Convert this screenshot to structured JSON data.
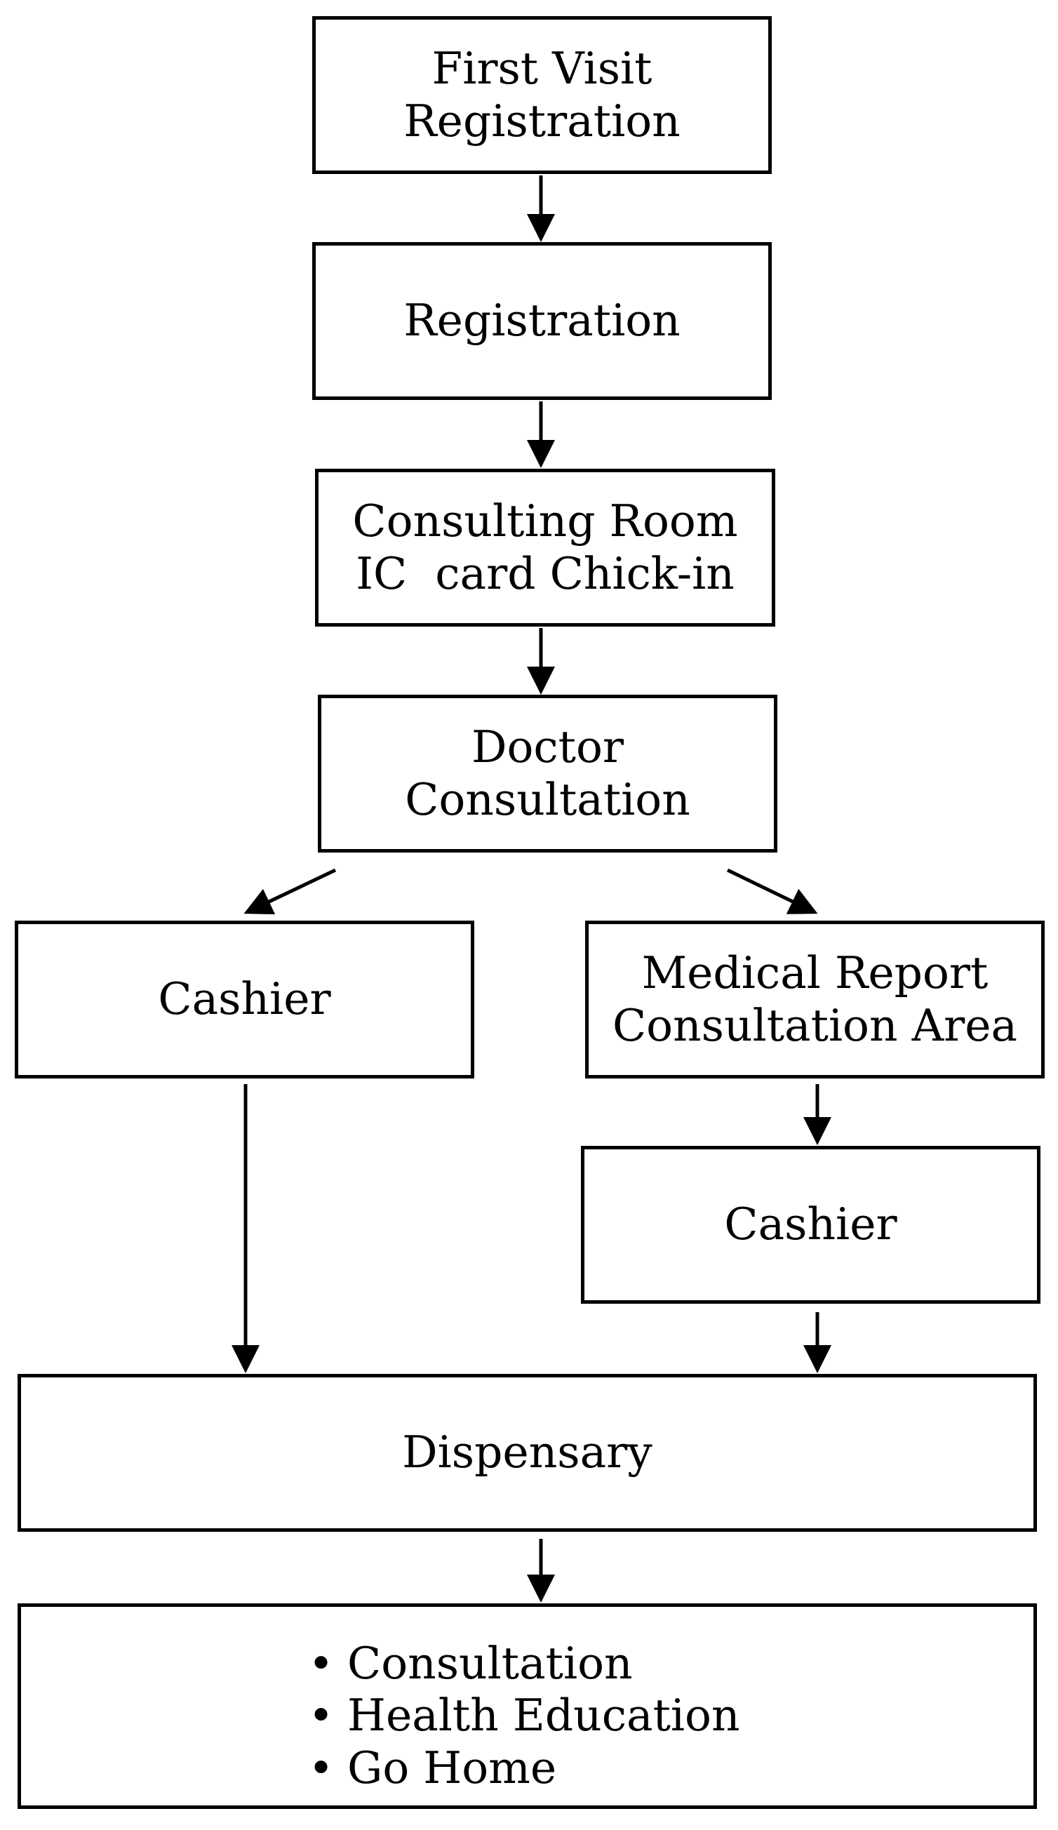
{
  "diagram": {
    "nodes": {
      "first_visit": {
        "lines": [
          "First Visit",
          "Registration"
        ]
      },
      "registration": {
        "lines": [
          "Registration"
        ]
      },
      "checkin": {
        "lines": [
          "Consulting Room",
          "IC  card Chick-in"
        ]
      },
      "doctor": {
        "lines": [
          "Doctor",
          "Consultation"
        ]
      },
      "cashier_left": {
        "lines": [
          "Cashier"
        ]
      },
      "medical_report": {
        "lines": [
          "Medical Report",
          "Consultation Area"
        ]
      },
      "cashier_right": {
        "lines": [
          "Cashier"
        ]
      },
      "dispensary": {
        "lines": [
          "Dispensary"
        ]
      },
      "final_steps": {
        "bullet": "•",
        "items": [
          "Consultation",
          "Health Education",
          "Go Home"
        ]
      }
    },
    "edges": [
      {
        "from": "first_visit",
        "to": "registration"
      },
      {
        "from": "registration",
        "to": "checkin"
      },
      {
        "from": "checkin",
        "to": "doctor"
      },
      {
        "from": "doctor",
        "to": "cashier_left"
      },
      {
        "from": "doctor",
        "to": "medical_report"
      },
      {
        "from": "medical_report",
        "to": "cashier_right"
      },
      {
        "from": "cashier_left",
        "to": "dispensary"
      },
      {
        "from": "cashier_right",
        "to": "dispensary"
      },
      {
        "from": "dispensary",
        "to": "final_steps"
      }
    ]
  }
}
